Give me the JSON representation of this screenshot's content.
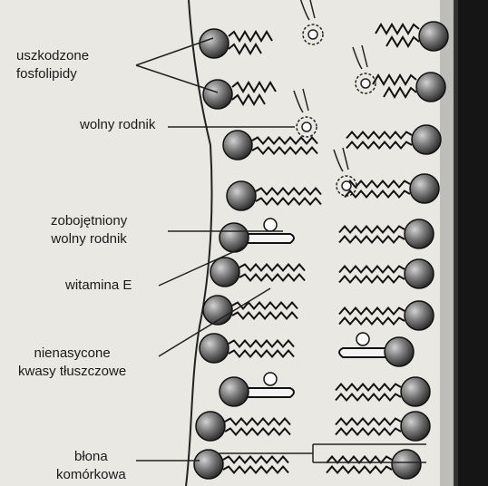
{
  "labels": {
    "damaged_phospholipids": [
      "uszkodzone",
      "fosfolipidy"
    ],
    "free_radical": "wolny rodnik",
    "neutralized_radical": [
      "zobojętniony",
      "wolny rodnik"
    ],
    "vitamin_e": "witamina E",
    "unsaturated_fatty_acids": [
      "nienasycone",
      "kwasy tłuszczowe"
    ],
    "cell_membrane": [
      "błona",
      "komórkowa"
    ]
  },
  "colors": {
    "background": "#e9e8e3",
    "ink": "#1a1a1a",
    "right_panel": "#151515"
  }
}
